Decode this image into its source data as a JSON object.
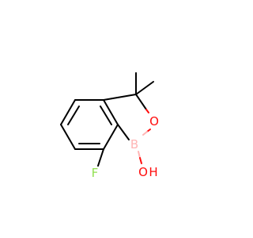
{
  "molecule": {
    "atoms": {
      "oxygen_ring": {
        "symbol": "O",
        "color": "#ff0d0d"
      },
      "boron": {
        "symbol": "B",
        "color": "#ffb5b5"
      },
      "fluorine": {
        "symbol": "F",
        "color": "#90e050"
      },
      "hydroxyl_oxygen": {
        "symbol": "O",
        "color": "#ff0d0d"
      },
      "hydroxyl_hydrogen": {
        "symbol": "H",
        "color": "#ff0d0d"
      }
    }
  }
}
